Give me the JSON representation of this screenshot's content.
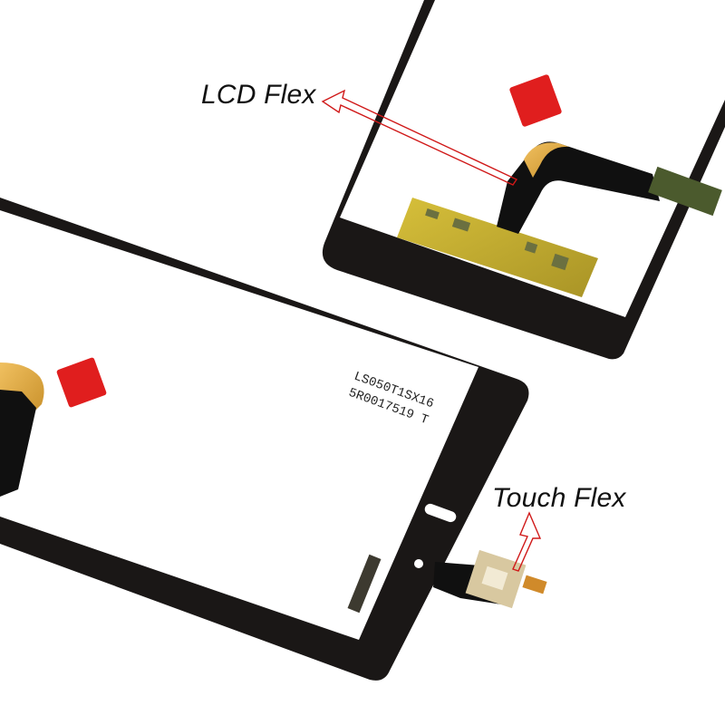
{
  "labels": {
    "lcd_flex": "LCD Flex",
    "touch_flex": "Touch Flex"
  },
  "panel_print": {
    "line1": "LS050T1SX16",
    "line2": "5R0017519 T"
  },
  "colors": {
    "bezel": "#1a1716",
    "screen": "#ffffff",
    "flex_black": "#101010",
    "flex_gold": "#d9a53b",
    "pcb": "#c6b133",
    "tape_red": "#e01e1e",
    "arrow": "#d01818"
  }
}
